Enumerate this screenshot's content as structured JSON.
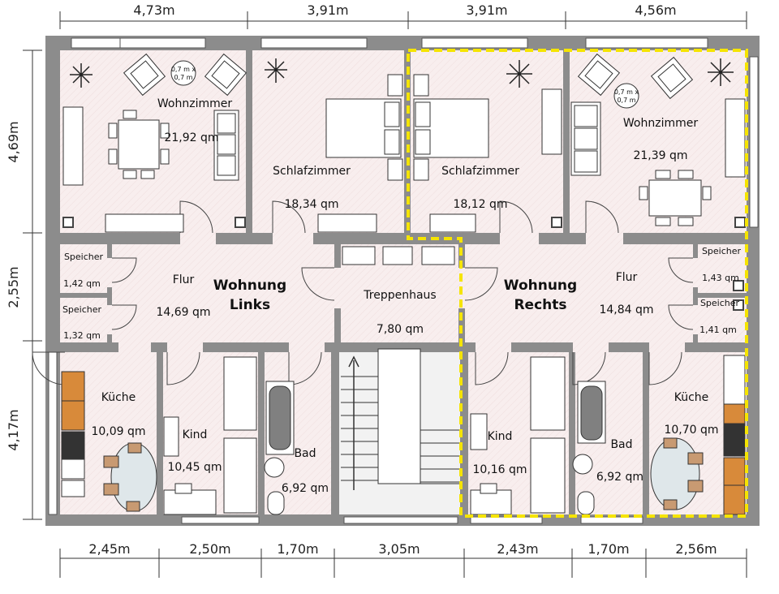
{
  "dimensions": {
    "top": [
      "4,73m",
      "3,91m",
      "3,91m",
      "4,56m"
    ],
    "bottom": [
      "2,45m",
      "2,50m",
      "1,70m",
      "3,05m",
      "2,43m",
      "1,70m",
      "2,56m"
    ],
    "left": [
      "4,69m",
      "2,55m",
      "4,17m"
    ]
  },
  "rooms": {
    "wohnzimmer_links": {
      "name": "Wohnzimmer",
      "area": "21,92 qm"
    },
    "schlafzimmer_links": {
      "name": "Schlafzimmer",
      "area": "18,34 qm"
    },
    "schlafzimmer_rechts": {
      "name": "Schlafzimmer",
      "area": "18,12 qm"
    },
    "wohnzimmer_rechts": {
      "name": "Wohnzimmer",
      "area": "21,39 qm"
    },
    "speicher_links_1": {
      "name": "Speicher",
      "area": "1,42 qm"
    },
    "speicher_links_2": {
      "name": "Speicher",
      "area": "1,32 qm"
    },
    "flur_links": {
      "name": "Flur",
      "area": "14,69 qm"
    },
    "treppenhaus": {
      "name": "Treppenhaus",
      "area": "7,80 qm"
    },
    "flur_rechts": {
      "name": "Flur",
      "area": "14,84 qm"
    },
    "speicher_rechts_1": {
      "name": "Speicher",
      "area": "1,43 qm"
    },
    "speicher_rechts_2": {
      "name": "Speicher",
      "area": "1,41 qm"
    },
    "kueche_links": {
      "name": "Küche",
      "area": "10,09 qm"
    },
    "kind_links": {
      "name": "Kind",
      "area": "10,45 qm"
    },
    "bad_links": {
      "name": "Bad",
      "area": "6,92 qm"
    },
    "kind_rechts": {
      "name": "Kind",
      "area": "10,16 qm"
    },
    "bad_rechts": {
      "name": "Bad",
      "area": "6,92 qm"
    },
    "kueche_rechts": {
      "name": "Küche",
      "area": "10,70 qm"
    }
  },
  "apartments": {
    "links": [
      "Wohnung",
      "Links"
    ],
    "rechts": [
      "Wohnung",
      "Rechts"
    ]
  },
  "table_tags": {
    "links": [
      "0,7 m x",
      "0,7 m"
    ],
    "rechts": [
      "0,7 m x",
      "0,7 m"
    ]
  },
  "colors": {
    "wall": "#8c8c8c",
    "floor": "#f8eeee",
    "highlight": "#f5e400",
    "cabinet": "#d88a3a"
  }
}
